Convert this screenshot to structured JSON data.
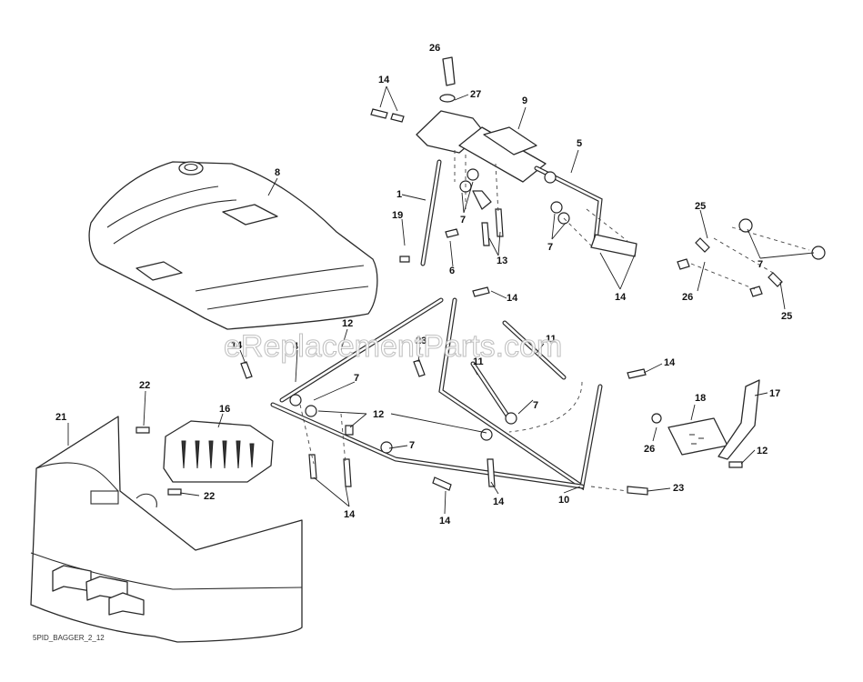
{
  "watermark": "eReplacementParts.com",
  "drawing_id": "5PID_BAGGER_2_12",
  "callouts": [
    {
      "id": "c-26a",
      "label": "26"
    },
    {
      "id": "c-27",
      "label": "27"
    },
    {
      "id": "c-14a",
      "label": "14"
    },
    {
      "id": "c-9",
      "label": "9"
    },
    {
      "id": "c-5",
      "label": "5"
    },
    {
      "id": "c-8",
      "label": "8"
    },
    {
      "id": "c-1",
      "label": "1"
    },
    {
      "id": "c-7a",
      "label": "7"
    },
    {
      "id": "c-19",
      "label": "19"
    },
    {
      "id": "c-6",
      "label": "6"
    },
    {
      "id": "c-13",
      "label": "13"
    },
    {
      "id": "c-7b",
      "label": "7"
    },
    {
      "id": "c-14b",
      "label": "14"
    },
    {
      "id": "c-25a",
      "label": "25"
    },
    {
      "id": "c-7c",
      "label": "7"
    },
    {
      "id": "c-26b",
      "label": "26"
    },
    {
      "id": "c-25b",
      "label": "25"
    },
    {
      "id": "c-14c",
      "label": "14"
    },
    {
      "id": "c-12a",
      "label": "12"
    },
    {
      "id": "c-14d",
      "label": "14"
    },
    {
      "id": "c-4",
      "label": "4"
    },
    {
      "id": "c-23a",
      "label": "23"
    },
    {
      "id": "c-11a",
      "label": "11"
    },
    {
      "id": "c-11b",
      "label": "11"
    },
    {
      "id": "c-7d",
      "label": "7"
    },
    {
      "id": "c-7e",
      "label": "7"
    },
    {
      "id": "c-14e",
      "label": "14"
    },
    {
      "id": "c-22a",
      "label": "22"
    },
    {
      "id": "c-16",
      "label": "16"
    },
    {
      "id": "c-21",
      "label": "21"
    },
    {
      "id": "c-12b",
      "label": "12"
    },
    {
      "id": "c-7f",
      "label": "7"
    },
    {
      "id": "c-18",
      "label": "18"
    },
    {
      "id": "c-17",
      "label": "17"
    },
    {
      "id": "c-26c",
      "label": "26"
    },
    {
      "id": "c-12c",
      "label": "12"
    },
    {
      "id": "c-22b",
      "label": "22"
    },
    {
      "id": "c-14f",
      "label": "14"
    },
    {
      "id": "c-14g",
      "label": "14"
    },
    {
      "id": "c-14h",
      "label": "14"
    },
    {
      "id": "c-10",
      "label": "10"
    },
    {
      "id": "c-23b",
      "label": "23"
    }
  ]
}
